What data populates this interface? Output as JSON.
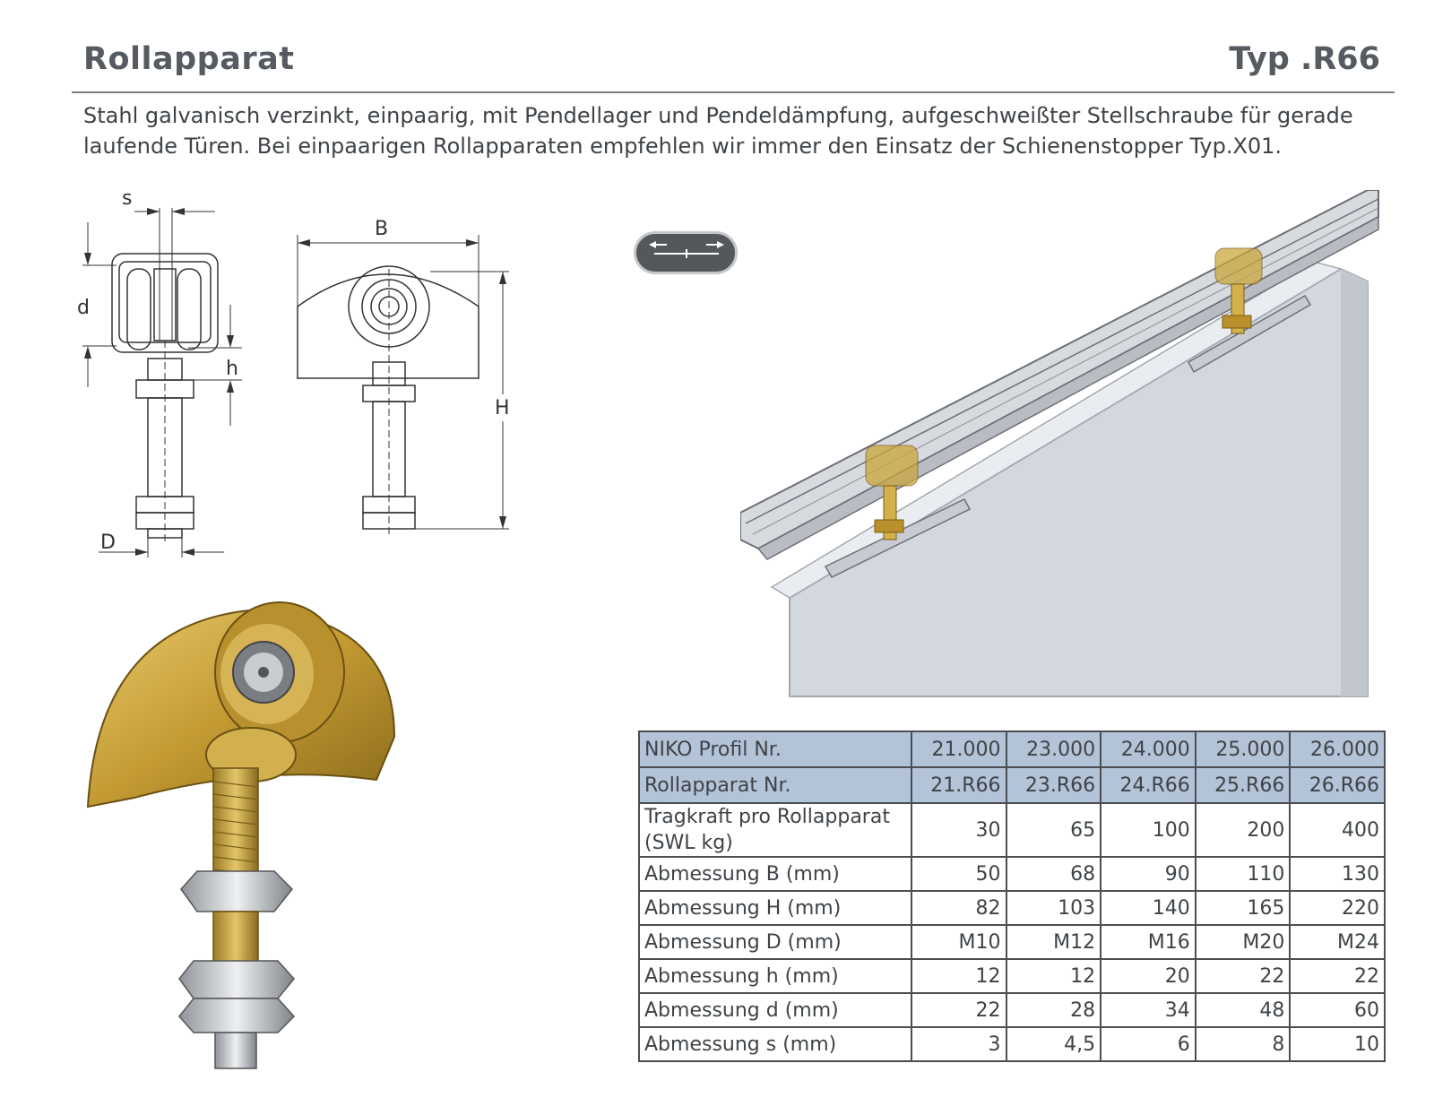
{
  "header": {
    "title": "Rollapparat",
    "type": "Typ .R66"
  },
  "description": "Stahl galvanisch verzinkt, einpaarig, mit Pendellager und Pendeldämpfung, aufgeschweißter Stellschraube für gerade laufende Türen. Bei einpaarigen Rollapparaten empfehlen wir immer den Einsatz der Schienenstopper Typ.X01.",
  "drawing": {
    "labels": {
      "s": "s",
      "d": "d",
      "h": "h",
      "D": "D",
      "B": "B",
      "H": "H"
    }
  },
  "badge": {
    "icon": "sliding-direction-icon"
  },
  "colors": {
    "header_row": "#b3c3d8",
    "grid": "#4a4e52",
    "text": "#3e4347",
    "brass": "#c9a63c"
  },
  "table": {
    "rows": [
      {
        "label": "NIKO Profil Nr.",
        "values": [
          "21.000",
          "23.000",
          "24.000",
          "25.000",
          "26.000"
        ],
        "header": true
      },
      {
        "label": "Rollapparat Nr.",
        "values": [
          "21.R66",
          "23.R66",
          "24.R66",
          "25.R66",
          "26.R66"
        ],
        "header": true
      },
      {
        "label": "Tragkraft pro Rollapparat (SWL kg)",
        "values": [
          "30",
          "65",
          "100",
          "200",
          "400"
        ]
      },
      {
        "label": "Abmessung B (mm)",
        "values": [
          "50",
          "68",
          "90",
          "110",
          "130"
        ]
      },
      {
        "label": "Abmessung H (mm)",
        "values": [
          "82",
          "103",
          "140",
          "165",
          "220"
        ]
      },
      {
        "label": "Abmessung D (mm)",
        "values": [
          "M10",
          "M12",
          "M16",
          "M20",
          "M24"
        ]
      },
      {
        "label": "Abmessung h (mm)",
        "values": [
          "12",
          "12",
          "20",
          "22",
          "22"
        ]
      },
      {
        "label": "Abmessung d (mm)",
        "values": [
          "22",
          "28",
          "34",
          "48",
          "60"
        ]
      },
      {
        "label": "Abmessung s (mm)",
        "values": [
          "3",
          "4,5",
          "6",
          "8",
          "10"
        ]
      }
    ]
  }
}
